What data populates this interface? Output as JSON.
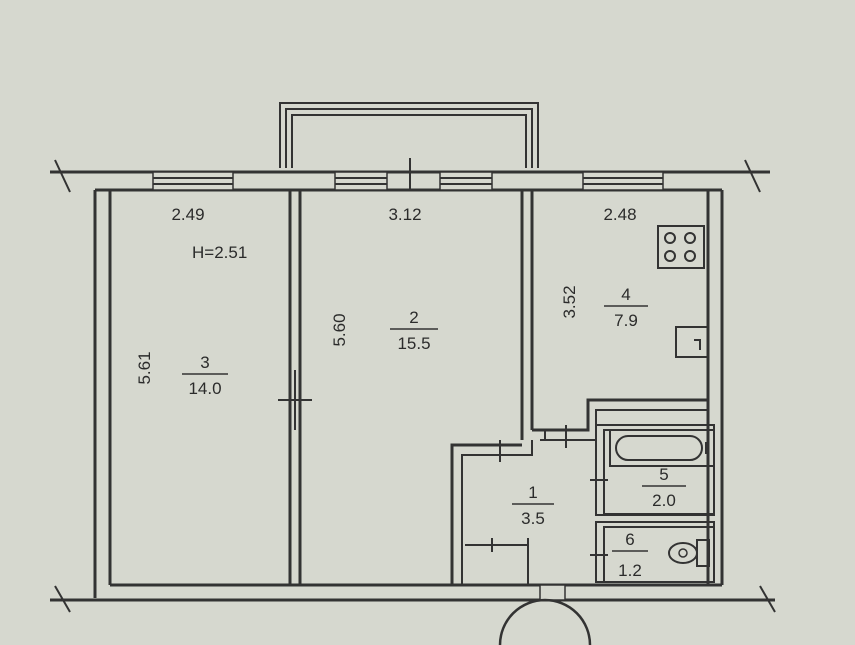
{
  "plan": {
    "ceiling_height": "H=2.51",
    "rooms": [
      {
        "number": "3",
        "area": "14.0",
        "width": "2.49",
        "length": "5.61"
      },
      {
        "number": "2",
        "area": "15.5",
        "width": "3.12",
        "length": "5.60"
      },
      {
        "number": "4",
        "area": "7.9",
        "width": "2.48",
        "length": "3.52"
      },
      {
        "number": "1",
        "area": "3.5"
      },
      {
        "number": "5",
        "area": "2.0"
      },
      {
        "number": "6",
        "area": "1.2"
      }
    ],
    "icons": [
      "stove-icon",
      "sink-icon",
      "bathtub-icon",
      "toilet-icon"
    ]
  }
}
